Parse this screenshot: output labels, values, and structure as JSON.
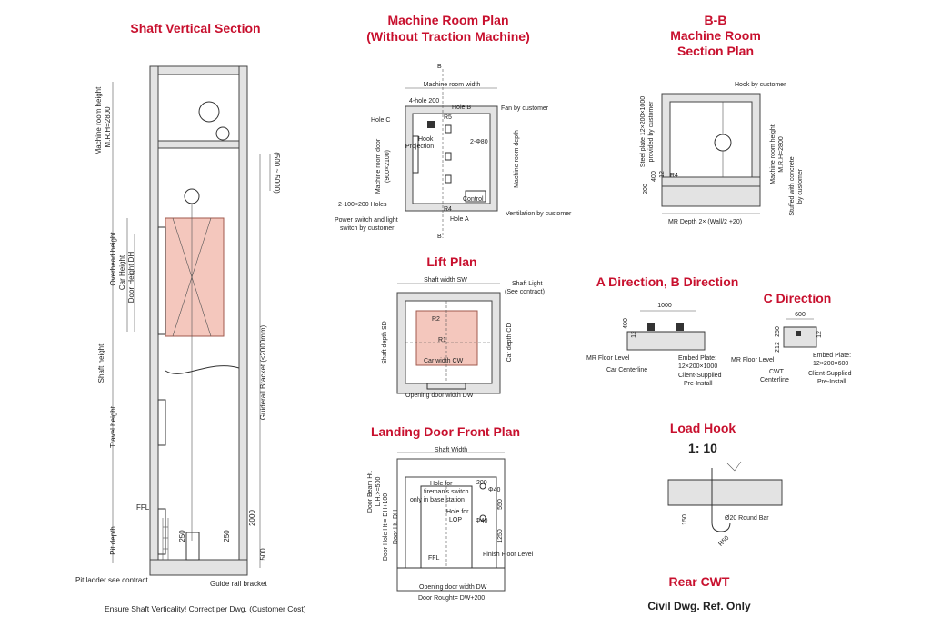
{
  "titles": {
    "shaft_vertical": "Shaft Vertical Section",
    "machine_room_1": "Machine Room Plan",
    "machine_room_2": "(Without Traction Machine)",
    "bb_1": "B-B",
    "bb_2": "Machine Room",
    "bb_3": "Section Plan",
    "lift_plan": "Lift Plan",
    "ab_direction": "A Direction, B Direction",
    "c_direction": "C Direction",
    "landing_door": "Landing Door Front Plan",
    "load_hook": "Load Hook",
    "scale": "1:  10",
    "rear_cwt": "Rear CWT",
    "civil_ref": "Civil Dwg. Ref. Only"
  },
  "shaft": {
    "machine_room_height": "Machine room height",
    "mr_h": "M.R.H=2800",
    "overhead_height": "Overhead height",
    "car_height": "Car Height",
    "door_height": "Door Height DH",
    "shaft_height": "Shaft height",
    "travel_height": "Travel height",
    "pit_depth": "Pit depth",
    "ffl": "FFL",
    "dim_500_5000": "(500 ~ 5000)",
    "guiderail_bracket": "Guiderail Bracket (≤2000mm)",
    "dim_2000": "2000",
    "dim_500": "500",
    "dim_250a": "250",
    "dim_250b": "250",
    "pit_ladder": "Pit ladder see contract",
    "guide_rail_bracket": "Guide rail bracket",
    "note": "Ensure Shaft Verticality! Correct per Dwg. (Customer Cost)"
  },
  "machine_room": {
    "section_b": "B",
    "mr_width": "Machine room width",
    "four_hole": "4-hole 200",
    "hole_b": "Hole B",
    "fan": "Fan by customer",
    "hole_c": "Hole C",
    "r5": "R5",
    "hook_projection_1": "Hook",
    "hook_projection_2": "Projection",
    "two_phi80": "2-Φ80",
    "mr_door_1": "Machine room door",
    "mr_door_2": "(900×2100)",
    "mr_depth": "Machine room depth",
    "holes_2_100": "2-100×200 Holes",
    "control": "Control",
    "r4": "R4",
    "ventilation": "Ventilation by customer",
    "power_switch_1": "Power switch and light",
    "power_switch_2": "switch by customer",
    "hole_a": "Hole A"
  },
  "bb": {
    "hook_customer": "Hook by customer",
    "steel_plate_1": "Steel plate 12×200×1000",
    "steel_plate_2": "provided by customer",
    "mr_height": "Machine room height",
    "mrh": "M.R.H=2800",
    "stuffed_1": "Stuffed with concrete",
    "stuffed_2": "by customer",
    "dim_200": "200",
    "dim_400": "400",
    "dim_12": "12",
    "r4": "R4",
    "mr_depth": "MR Depth 2× (Wall/2 +20)"
  },
  "lift": {
    "shaft_width": "Shaft width SW",
    "shaft_light_1": "Shaft Light",
    "shaft_light_2": "(See contract)",
    "shaft_depth": "Shaft depth SD",
    "car_depth": "Car depth CD",
    "r2": "R2",
    "r1": "R1",
    "car_width": "Car width CW",
    "opening_dw": "Opening door width DW"
  },
  "ab": {
    "dim_1000": "1000",
    "dim_400": "400",
    "dim_12": "12",
    "mr_floor": "MR Floor Level",
    "car_center": "Car Centerline",
    "embed_1": "Embed Plate:",
    "embed_2": "12×200×1000",
    "client_1": "Client-Supplied",
    "client_2": "Pre-Install"
  },
  "c": {
    "dim_600": "600",
    "dim_250": "250",
    "dim_212": "212",
    "dim_12": "12",
    "mr_floor": "MR Floor Level",
    "cwt_1": "CWT",
    "cwt_2": "Centerline",
    "embed_1": "Embed Plate:",
    "embed_2": "12×200×600",
    "client_1": "Client-Supplied",
    "client_2": "Pre-Install"
  },
  "landing": {
    "shaft_width": "Shaft Width",
    "beam_1": "Door Beam Ht.",
    "beam_2": "L.H.>=500",
    "hole_ht": "Door Hole Ht.= DH+100",
    "door_ht": "Door Ht. DH",
    "fireman_1": "Hole for",
    "fireman_2": "fireman's switch",
    "fireman_3": "only in base station",
    "dim_200": "200",
    "phi40a": "Φ40",
    "dim_550": "550",
    "lop_1": "Hole for",
    "lop_2": "LOP",
    "phi40b": "Φ40",
    "dim_1250": "1250",
    "ffl": "FFL",
    "finish_floor": "Finish Floor Level",
    "opening_dw": "Opening door width DW",
    "rough": "Door Rought= DW+200"
  },
  "hook": {
    "dim_150": "150",
    "r50": "R50",
    "round_bar": "Ø20 Round Bar"
  }
}
